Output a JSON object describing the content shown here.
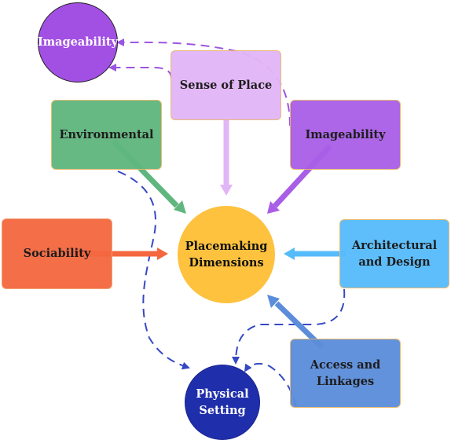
{
  "nodes": {
    "center": {
      "label": "Placemaking Dimensions",
      "color": "#fec23f"
    },
    "sense_of_place": {
      "label": "Sense of Place",
      "color": "#e2b5f7"
    },
    "imageability_top": {
      "label": "Imageability",
      "color": "#a250e3"
    },
    "imageability_box": {
      "label": "Imageability",
      "color": "#a85ee6"
    },
    "environmental": {
      "label": "Environmental",
      "color": "#5fb67e"
    },
    "sociability": {
      "label": "Sociability",
      "color": "#f4673f"
    },
    "architectural": {
      "label": "Architectural and Design",
      "color": "#56bbfb"
    },
    "access": {
      "label": "Access and Linkages",
      "color": "#5b8ddb"
    },
    "physical": {
      "label": "Physical Setting",
      "color": "#1f2eaa"
    }
  },
  "edge_colors": {
    "dashed_purple": "#9b55e0",
    "dashed_blue": "#3549c4"
  }
}
